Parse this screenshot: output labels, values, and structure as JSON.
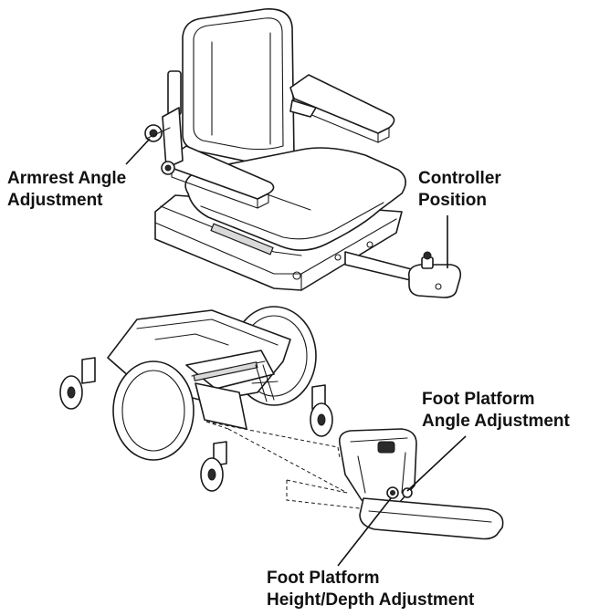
{
  "labels": {
    "armrest_angle": [
      "Armrest Angle",
      "Adjustment"
    ],
    "controller_position": [
      "Controller",
      "Position"
    ],
    "foot_platform_angle": [
      "Foot Platform",
      "Angle Adjustment"
    ],
    "foot_platform_height_depth": [
      "Foot Platform",
      "Height/Depth Adjustment"
    ]
  },
  "colors": {
    "line": "#1a1a1a",
    "fill": "#ffffff",
    "shade": "#d9d9d9",
    "text": "#111111"
  }
}
